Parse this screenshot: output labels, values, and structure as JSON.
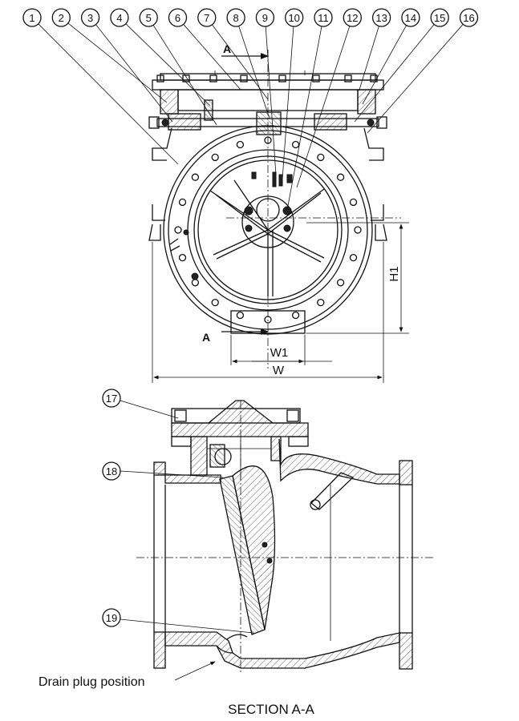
{
  "callouts_top": [
    "1",
    "2",
    "3",
    "4",
    "5",
    "6",
    "7",
    "8",
    "9",
    "10",
    "11",
    "12",
    "13",
    "14",
    "15",
    "16"
  ],
  "callouts_section": [
    "17",
    "18",
    "19"
  ],
  "section_marker": "A",
  "dimensions": {
    "h1": "H1",
    "w1": "W1",
    "w": "W"
  },
  "drain_label": "Drain plug position",
  "section_title": "SECTION A-A"
}
